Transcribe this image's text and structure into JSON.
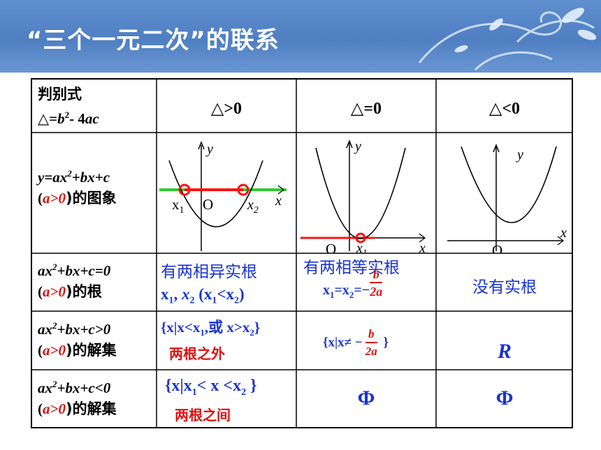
{
  "title": "“三个一元二次”的联系",
  "row_labels": {
    "discriminant_line1": "判别式",
    "discriminant_line2_pre": "△=",
    "discriminant_line2_b": "b",
    "discriminant_line2_sup": "2",
    "discriminant_line2_post": "- 4",
    "discriminant_line2_ac": "ac",
    "graph_line1": "y=ax",
    "graph_line1_sup": "2",
    "graph_line1_post": "+bx+c",
    "graph_line2_open": "(",
    "graph_line2_cond": "a>0",
    "graph_line2_close": ")的图象",
    "roots_line1": "ax",
    "roots_line1_sup": "2",
    "roots_line1_post": "+bx+c=0",
    "roots_line2_open": "(",
    "roots_line2_cond": "a>0",
    "roots_line2_close": ")的根",
    "gt_line1": "ax",
    "gt_line1_sup": "2",
    "gt_line1_post": "+bx+c>0",
    "gt_line2_open": "(",
    "gt_line2_cond": "a>0",
    "gt_line2_close": ")的解集",
    "lt_line1": "ax",
    "lt_line1_sup": "2",
    "lt_line1_post": "+bx+c<0",
    "lt_line2_open": "(",
    "lt_line2_cond": "a>0",
    "lt_line2_close": ")的解集"
  },
  "columns": [
    "△>0",
    "△=0",
    "△<0"
  ],
  "graph_labels": {
    "y": "y",
    "x": "x",
    "origin": "O",
    "x1_base": "x",
    "x1_sub": "1",
    "x2_base": "x",
    "x2_sub": "2"
  },
  "roots": {
    "pos_text": "有两相异实根",
    "pos_sym": "x",
    "pos_sub1": "1",
    "pos_comma": ", ",
    "pos_sym2": "x",
    "pos_sub2": "2",
    "pos_paren_open": " (",
    "pos_lt": "<",
    "pos_paren_close": ")",
    "zero_text": "有两相等实根",
    "zero_eq_pre": "x",
    "zero_sub1": "1",
    "zero_eq_mid": "=x",
    "zero_sub2": "2",
    "zero_eq_post": "=−",
    "frac_num": "b",
    "frac_den": "2a",
    "neg_text": "没有实根"
  },
  "gt": {
    "pos_set_open": "{x|x<x",
    "pos_sub1": "1",
    "pos_mid": ",或 x>x",
    "pos_sub2": "2",
    "pos_close": "}",
    "pos_note": "两根之外",
    "zero_set_open": "{x|x≠ −",
    "zero_frac_num": "b",
    "zero_frac_den": "2a",
    "zero_close": " }",
    "neg_value": "R"
  },
  "lt": {
    "pos_set_open": "{x|x",
    "pos_sub1": "1",
    "pos_mid": "< x <x",
    "pos_sub2": "2",
    "pos_close": " }",
    "pos_note": "两根之间",
    "zero_value": "Φ",
    "neg_value": "Φ"
  },
  "colors": {
    "header_blue": "#5b8bcb",
    "green_line": "#2ecc2e",
    "red_line": "#ff1010",
    "blue_text": "#1a34d0",
    "red_text": "#e01010"
  }
}
